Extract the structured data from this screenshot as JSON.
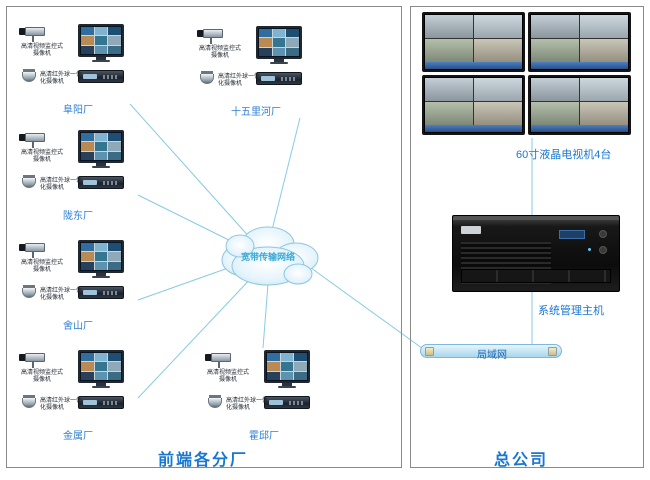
{
  "titles": {
    "left_section": "前端各分厂",
    "right_section": "总公司"
  },
  "cloud": {
    "label": "宽带传输网络"
  },
  "equipment": {
    "box_camera_label_line1": "高清视频监控式",
    "box_camera_label_line2": "摄像机",
    "dome_camera_label_line1": "高清红外球一体",
    "dome_camera_label_line2": "化摄像机"
  },
  "sites": [
    {
      "name": "阜阳厂"
    },
    {
      "name": "十五里河厂"
    },
    {
      "name": "陇东厂"
    },
    {
      "name": "舍山厂"
    },
    {
      "name": "金属厂"
    },
    {
      "name": "霍邱厂"
    }
  ],
  "headquarters": {
    "monitors_label": "60寸液晶电视机4台",
    "server_label": "系统管理主机",
    "lan_label": "局域网"
  },
  "colors": {
    "label_blue": "#1877d2",
    "line_cyan": "#86cbe3"
  }
}
